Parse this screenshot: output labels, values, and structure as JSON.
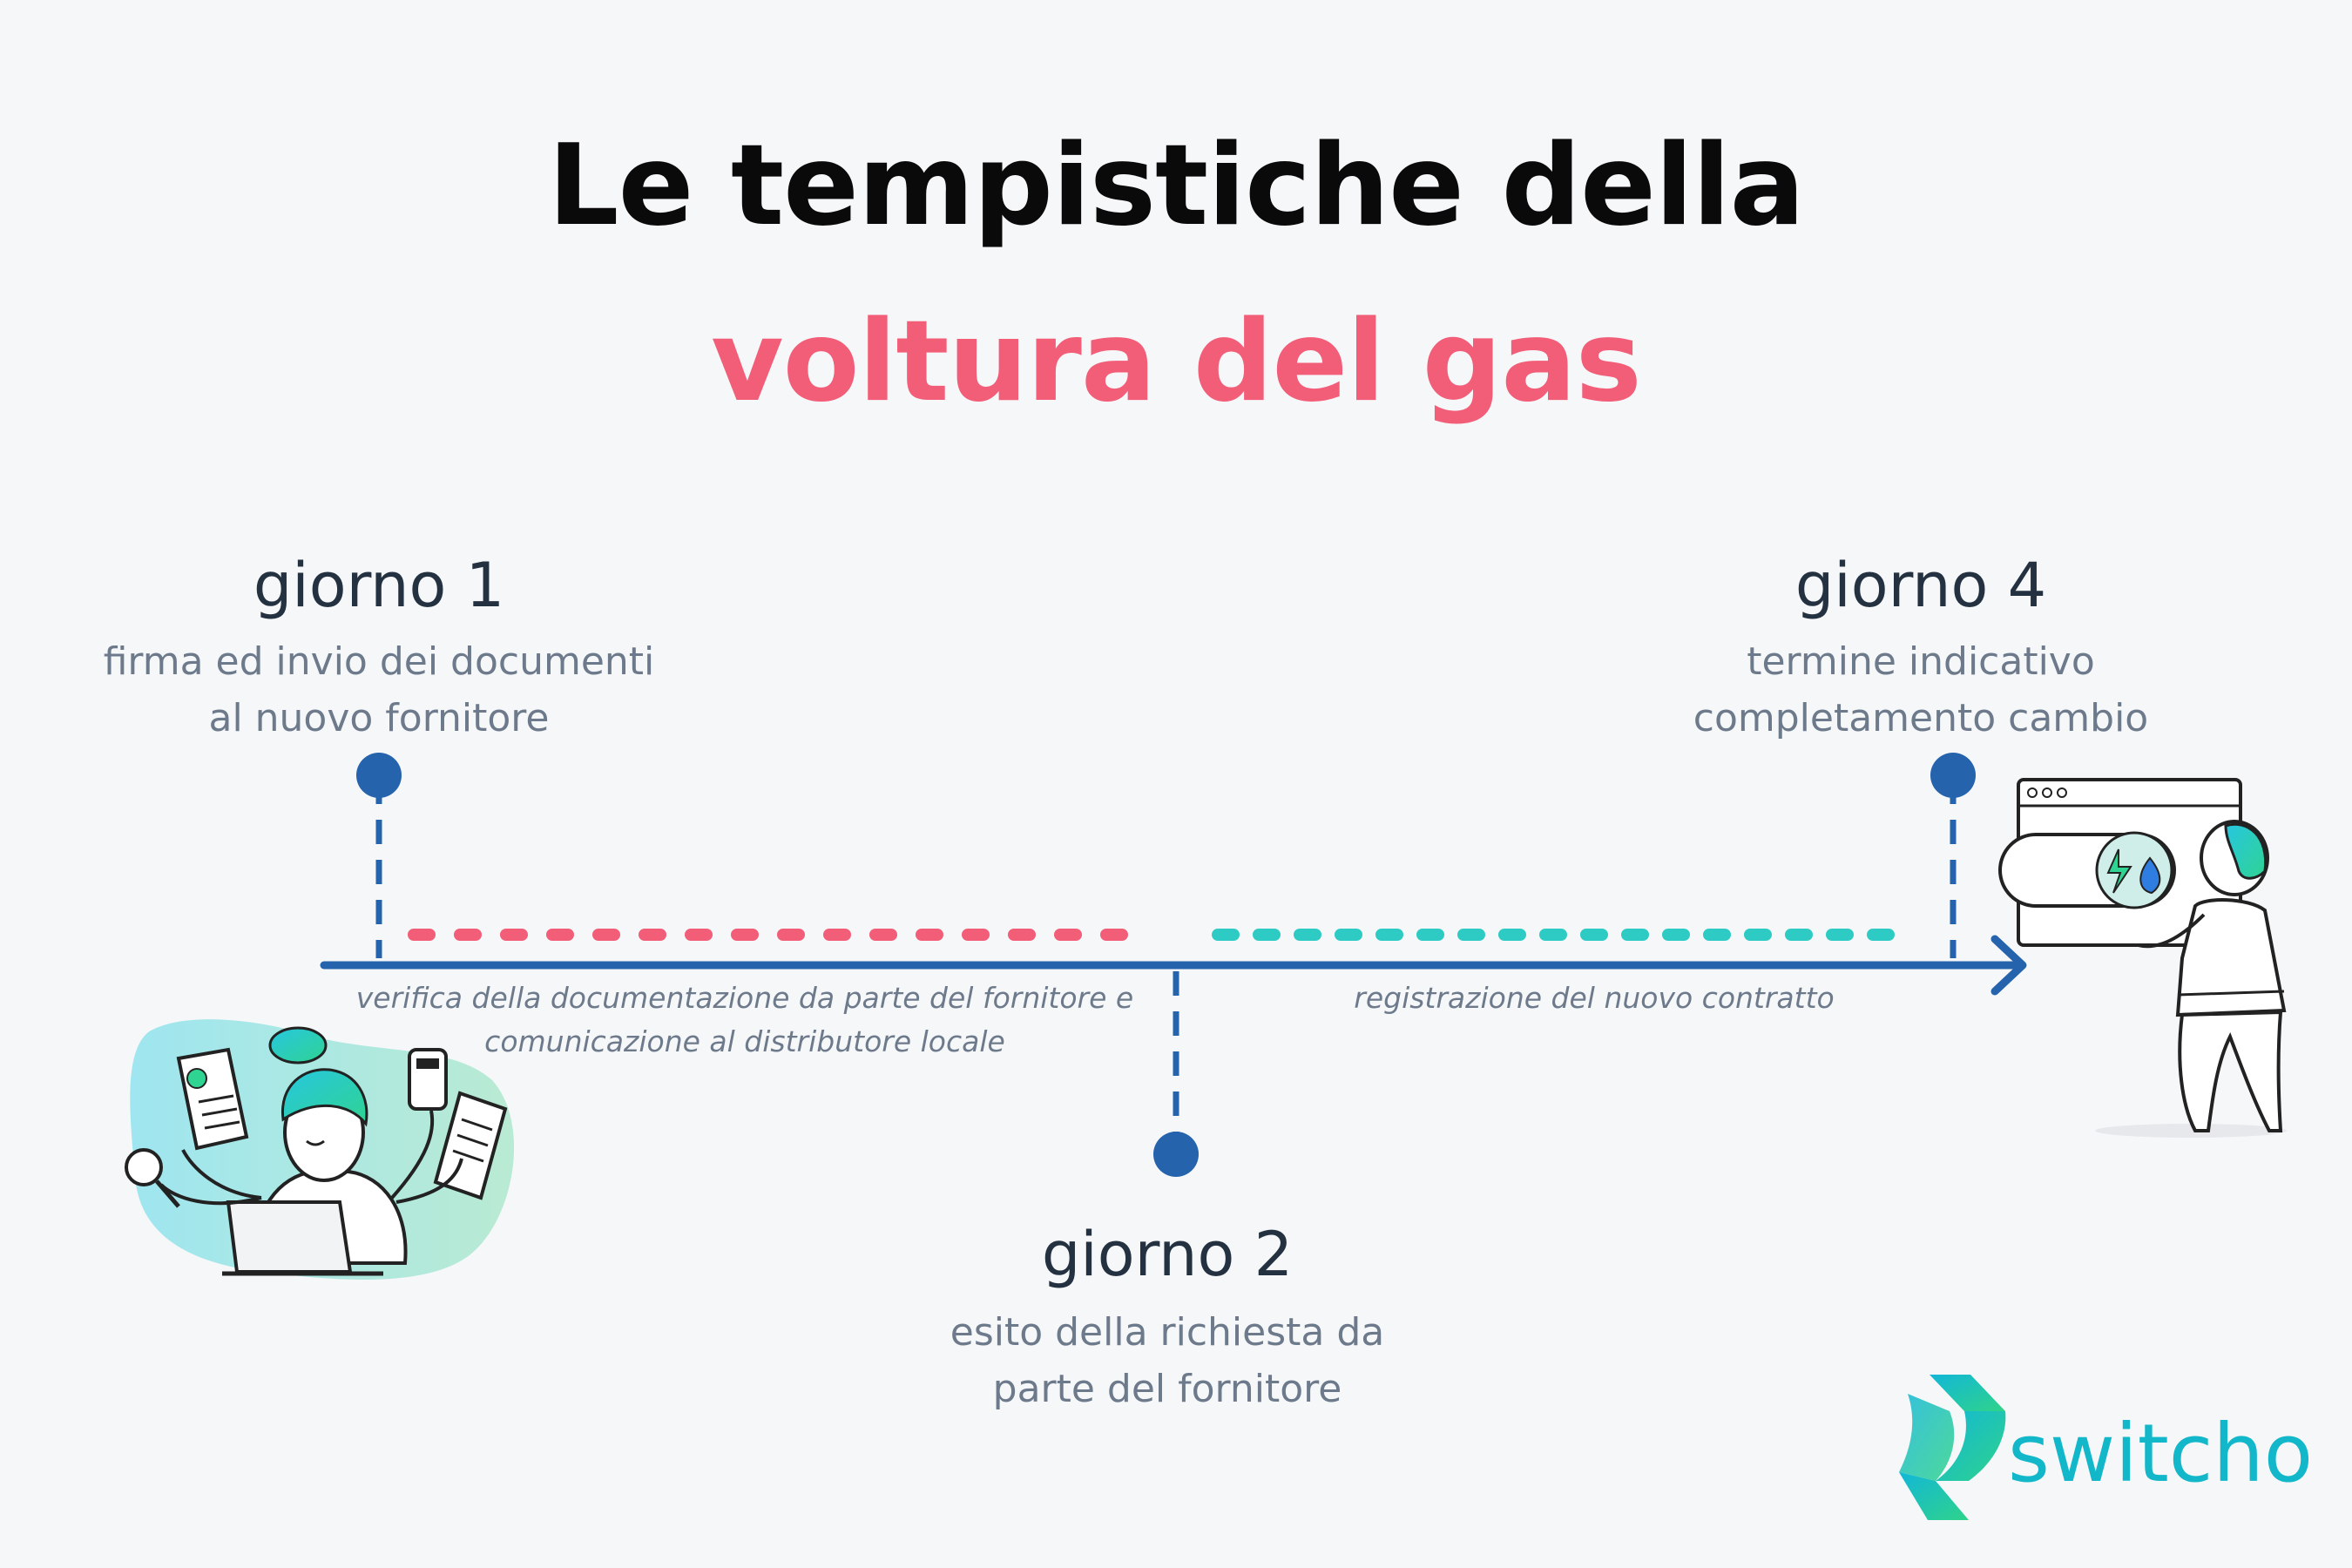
{
  "title": {
    "line1": "Le tempistiche della",
    "line2": "voltura del gas"
  },
  "milestones": [
    {
      "day": "giorno 1",
      "desc1": "firma ed invio dei documenti",
      "desc2": "al nuovo fornitore"
    },
    {
      "day": "giorno 2",
      "desc1": "esito della richiesta da",
      "desc2": "parte del fornitore"
    },
    {
      "day": "giorno 4",
      "desc1": "termine indicativo",
      "desc2": "completamento cambio"
    }
  ],
  "phases": [
    {
      "line1": "verifica della documentazione da parte del fornitore e",
      "line2": "comunicazione al distributore locale"
    },
    {
      "line1": "registrazione del nuovo contratto"
    }
  ],
  "brand": {
    "name": "switcho"
  },
  "colors": {
    "accent_pink": "#f25d78",
    "accent_teal": "#2ecbc5",
    "timeline_blue": "#2563ad",
    "brand_teal": "#12b7c9"
  }
}
